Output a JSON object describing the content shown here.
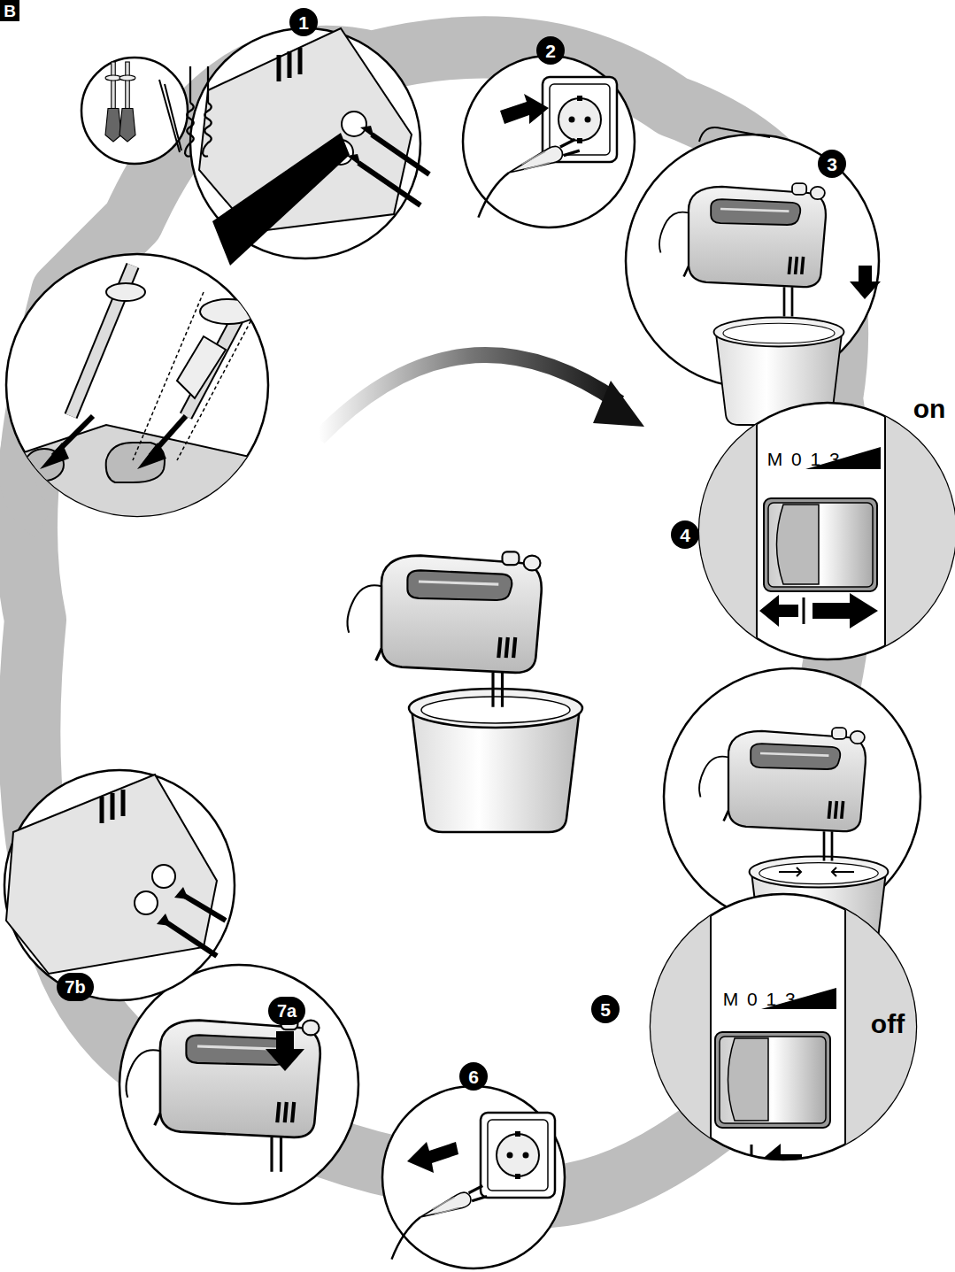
{
  "diagram": {
    "labels": [
      "B",
      "1",
      "2",
      "3",
      "on",
      "M 0 1 3 • 5",
      "4",
      "M 0 1 3 • 5",
      "5",
      "off",
      "6",
      "7a",
      "7b"
    ]
  }
}
